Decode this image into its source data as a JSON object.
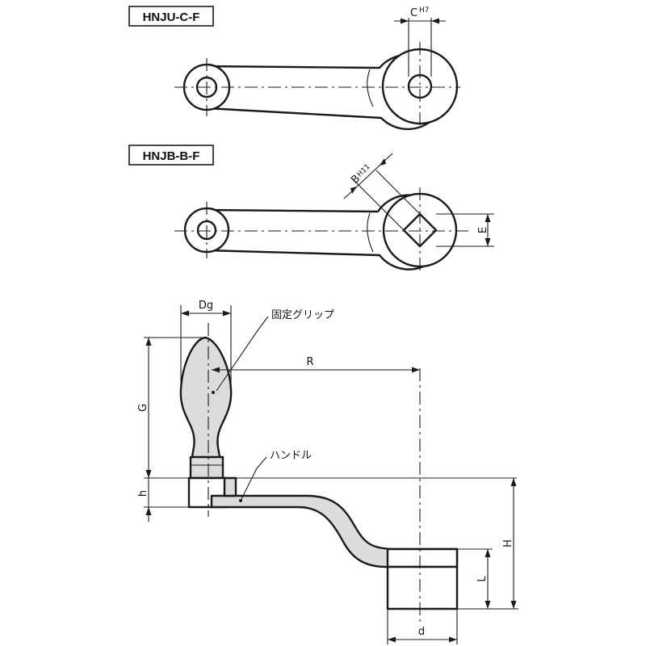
{
  "views": {
    "top": {
      "model": "HNJU-C-F",
      "bore_label": "C",
      "bore_tolerance": "H7"
    },
    "middle": {
      "model": "HNJB-B-F",
      "square_label": "B",
      "square_tolerance": "H11",
      "square_depth_label": "E"
    }
  },
  "side_view": {
    "grip_diameter": "Dg",
    "grip_height": "G",
    "boss_height": "h",
    "radius": "R",
    "overall_height": "H",
    "hub_length": "L",
    "hub_diameter": "d",
    "callout_grip": "固定グリップ",
    "callout_handle": "ハンドル"
  }
}
